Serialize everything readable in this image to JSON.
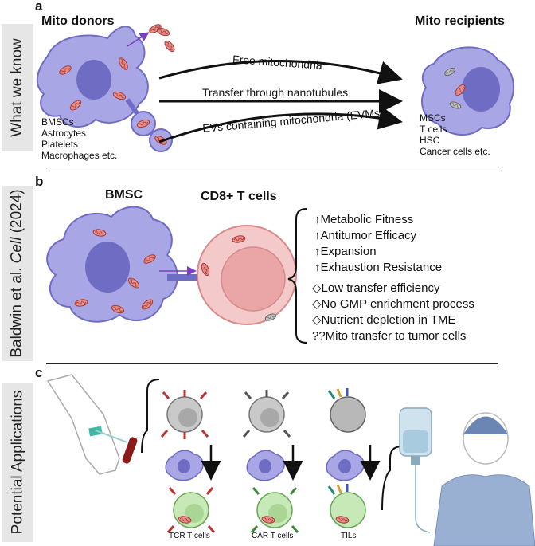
{
  "panel_a": {
    "letter": "a",
    "side_label": "What we know",
    "donors_title": "Mito donors",
    "donors_list": "BMSCs\nAstrocytes\nPlatelets\nMacrophages etc.",
    "recipients_title": "Mito recipients",
    "recipients_list": "MSCs\nT cells\nHSC\nCancer cells etc.",
    "arrow_free": "Free mitochondria",
    "arrow_nanotubes": "Transfer through nanotubules",
    "arrow_evms": "EVs containing mitochondria (EVMs)"
  },
  "panel_b": {
    "letter": "b",
    "side_label_prefix": "Baldwin et al. ",
    "side_label_journal": "Cell",
    "side_label_year": " (2024)",
    "bmsc_label": "BMSC",
    "tcell_label": "CD8+ T cells",
    "benefits": [
      "↑Metabolic Fitness",
      "↑Antitumor Efficacy",
      "↑Expansion",
      "↑Exhaustion Resistance"
    ],
    "challenges": [
      "◇Low transfer efficiency",
      "◇No GMP enrichment process",
      "◇Nutrient depletion in TME",
      "??Mito transfer to tumor cells"
    ]
  },
  "panel_c": {
    "letter": "c",
    "side_label": "Potential Applications",
    "captions": [
      "TCR T cells",
      "CAR T cells",
      "TILs"
    ]
  },
  "colors": {
    "donor_cell": "#a9a6e6",
    "donor_nucleus": "#6f6cc4",
    "mito_red": "#c9524f",
    "tcell_pink": "#f4c9c9",
    "tcell_green": "#c7e9b8",
    "side_tab": "#e6e6e6"
  }
}
